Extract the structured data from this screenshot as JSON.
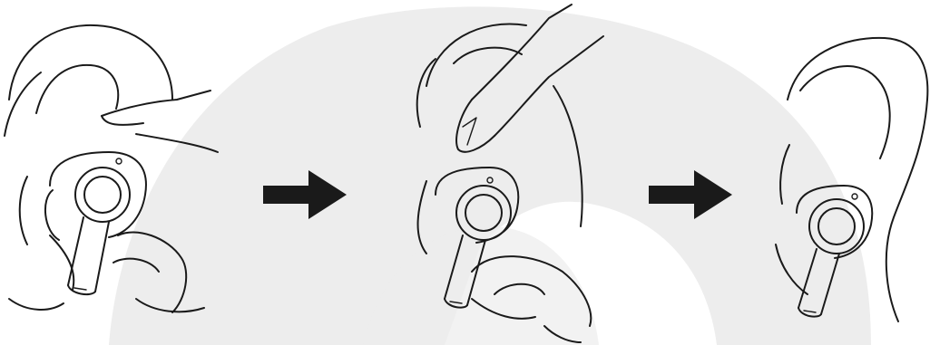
{
  "figure": {
    "steps": [
      {
        "id": "step-1",
        "icon": "earbud-insert-icon"
      },
      {
        "id": "step-2",
        "icon": "earbud-rotate-icon"
      },
      {
        "id": "step-3",
        "icon": "earbud-worn-icon"
      }
    ],
    "connectors": [
      "arrow-right-icon",
      "arrow-right-icon"
    ],
    "watermark": "brand-watermark-logo",
    "colors": {
      "line": "#1a1a1a",
      "watermark": "#ededed",
      "background": "#ffffff"
    }
  }
}
